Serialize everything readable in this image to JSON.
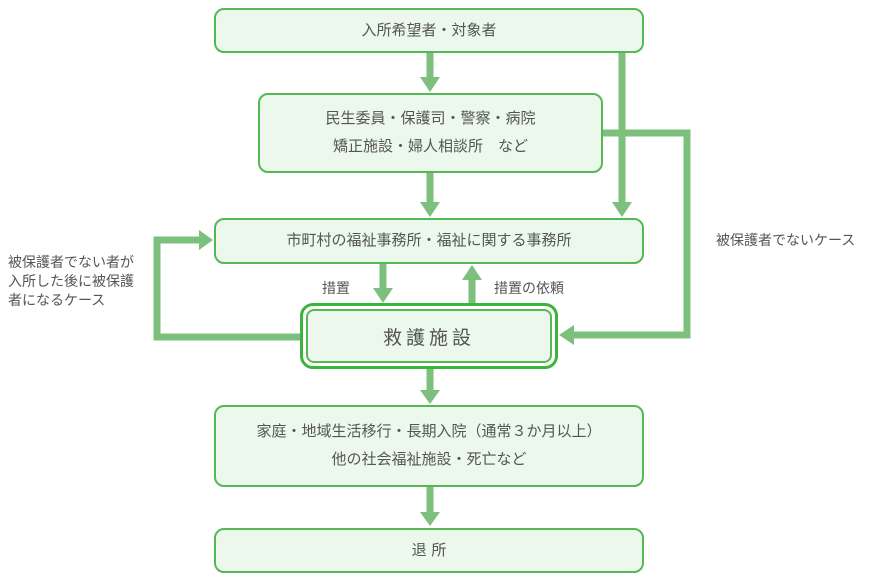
{
  "colors": {
    "background": "#ffffff",
    "box_fill": "#ebf8eb",
    "box_border": "#55b855",
    "arrow": "#7dbf7d",
    "kyugo_outer": "#3bb43b",
    "text": "#555555"
  },
  "nodes": {
    "applicants": {
      "label": "入所希望者・対象者"
    },
    "referral_orgs": {
      "line1": "民生委員・保護司・警察・病院",
      "line2": "矯正施設・婦人相談所　など"
    },
    "welfare_office": {
      "label": "市町村の福祉事務所・福祉に関する事務所"
    },
    "relief_facility": {
      "label": "救護施設"
    },
    "leaving": {
      "line1": "家庭・地域生活移行・長期入院（通常３か月以上）",
      "line2": "他の社会福祉施設・死亡など"
    },
    "discharge": {
      "label": "退 所"
    }
  },
  "edge_labels": {
    "placement": "措置",
    "placement_request": "措置の依頼",
    "non_protected_case": "被保護者でないケース",
    "readmission_note": [
      "被保護者でない者が",
      "入所した後に被保護",
      "者になるケース"
    ]
  }
}
